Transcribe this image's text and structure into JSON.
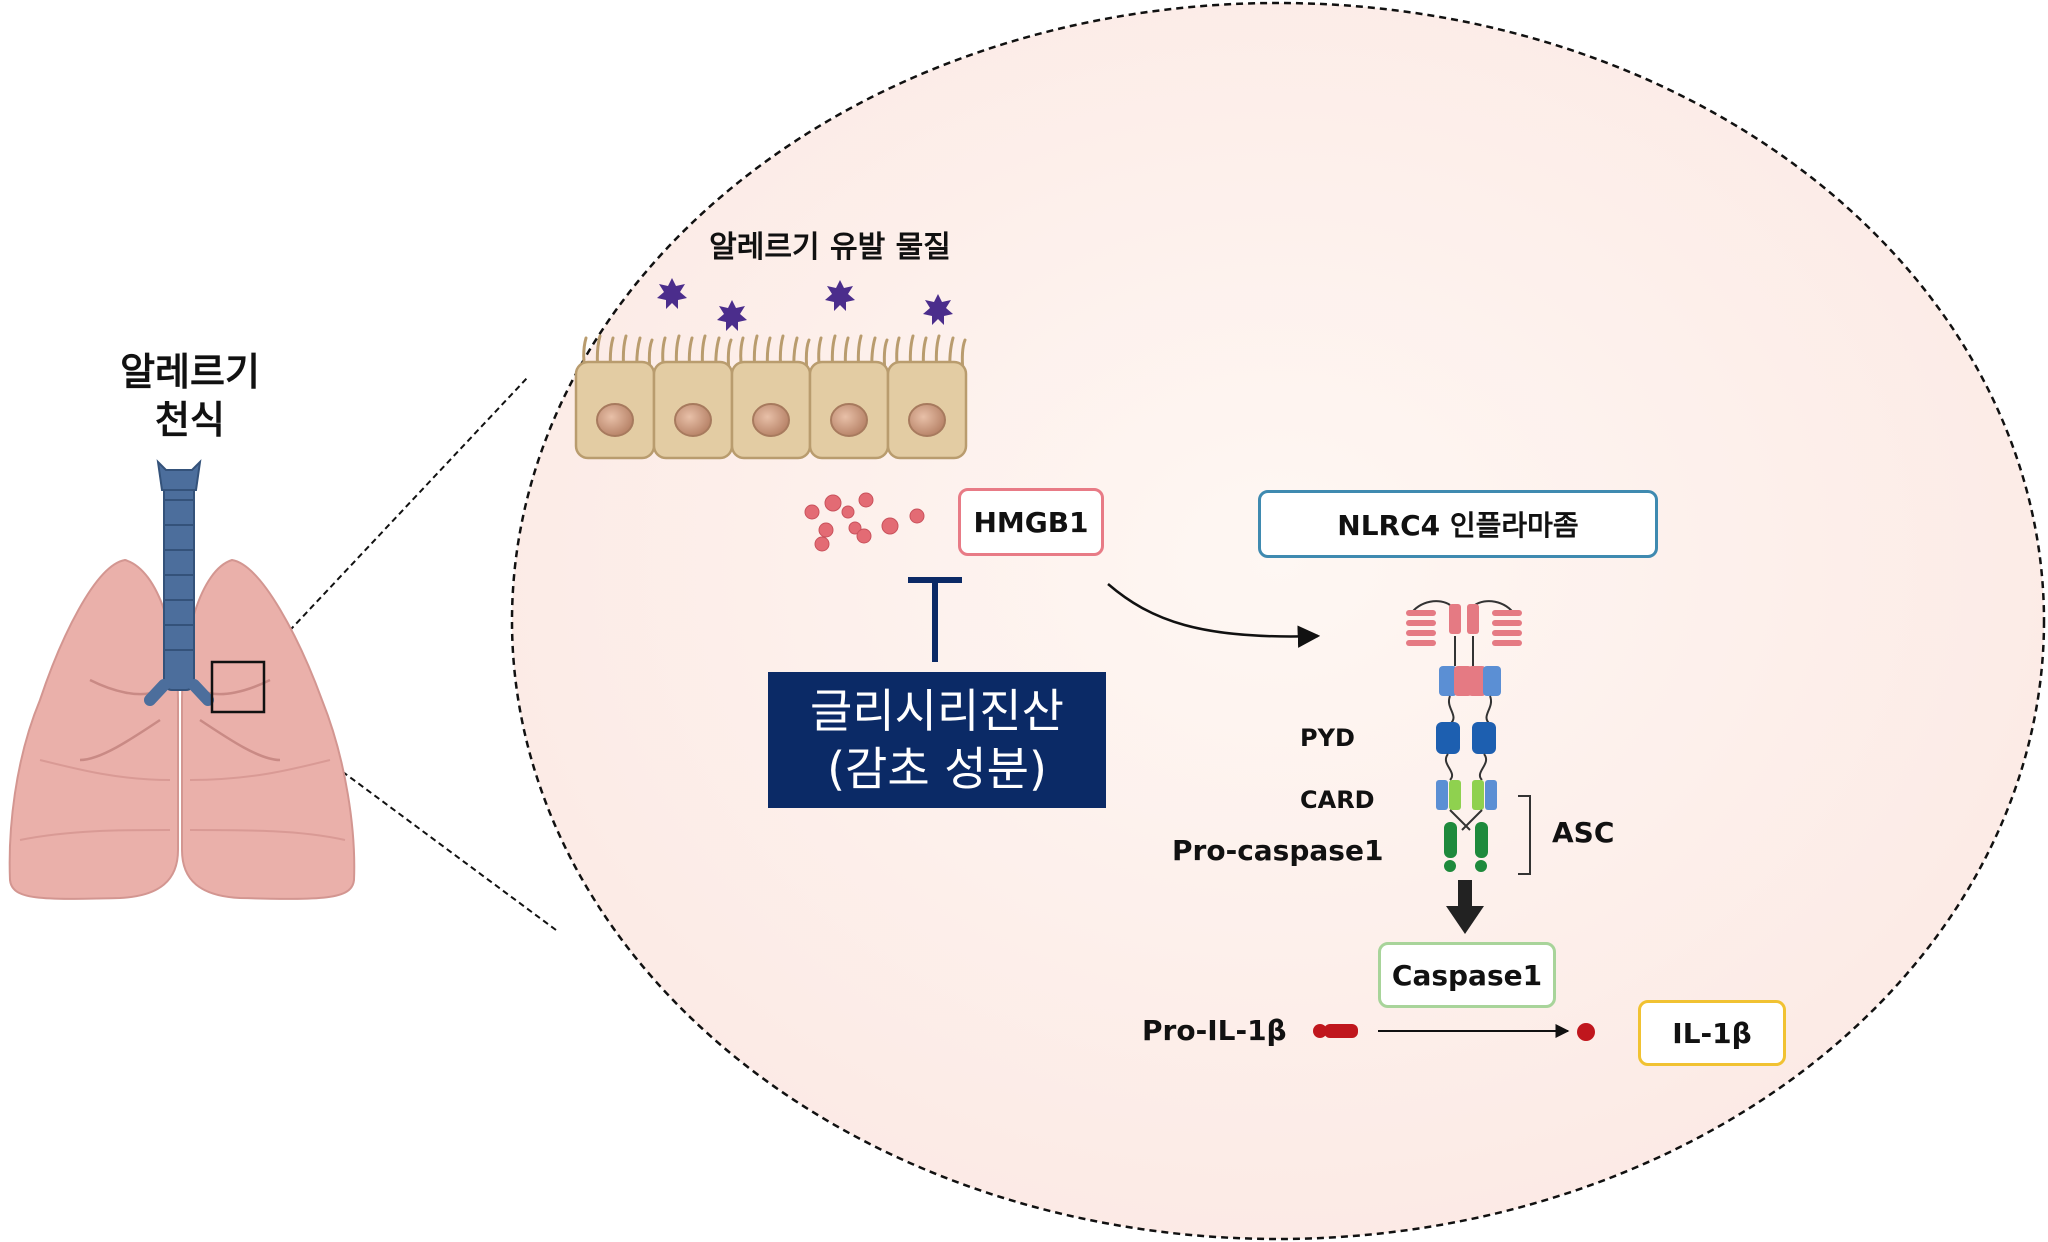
{
  "title_left": [
    "알레르기",
    "천식"
  ],
  "allergen_label": "알레르기 유발 물질",
  "hmgb1_label": "HMGB1",
  "nlrc4_label": "NLRC4 인플라마좀",
  "drug_label": [
    "글리시리진산",
    "(감초 성분)"
  ],
  "pyd_label": "PYD",
  "card_label": "CARD",
  "procaspase_label": "Pro-caspase1",
  "asc_label": "ASC",
  "caspase1_label": "Caspase1",
  "pro_il1b_label": "Pro-IL-1β",
  "il1b_label": "IL-1β",
  "colors": {
    "circle_fill": "#fdf1ec",
    "hmgb1_border": "#e87b86",
    "nlrc4_border": "#3f8ab0",
    "drug_fill": "#0b2a66",
    "caspase1_border": "#a8d49a",
    "il1b_border": "#f1c232",
    "allergen": "#4b2d8c",
    "lung": "#e8aaa6",
    "trachea": "#4c6e9c"
  },
  "icons": [
    "lungs-icon",
    "allergen-star-icon",
    "epithelial-cell-icon",
    "hmgb1-particle-icon",
    "inflammasome-icon",
    "inhibition-icon",
    "arrow-icon"
  ]
}
